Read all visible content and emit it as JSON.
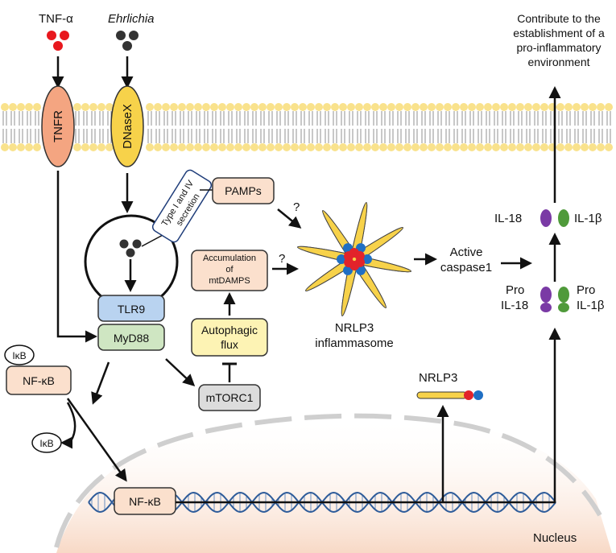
{
  "title": "",
  "inputs": {
    "tnf_alpha": "TNF-α",
    "ehrlichia": "Ehrlichia"
  },
  "receptors": {
    "tnfr": "TNFR",
    "dnasex": "DNaseX"
  },
  "boxes": {
    "tlr9": "TLR9",
    "myd88": "MyD88",
    "nfkb_cytoplasm": "NF-κB",
    "nfkb_nucleus": "NF-κB",
    "ikb_bound": "IκB",
    "ikb_released": "IκB",
    "pamps": "PAMPs",
    "secretion_line1": "Type I and IV",
    "secretion_line2": "secretion",
    "mtdamps_line1": "Accumulation",
    "mtdamps_line2": "of",
    "mtdamps_line3": "mtDAMPS",
    "autophagic_line1": "Autophagic",
    "autophagic_line2": "flux",
    "mtorc1": "mTORC1"
  },
  "uncertain_marks": [
    "?",
    "?"
  ],
  "inflammasome": {
    "line1": "NRLP3",
    "line2": "inflammasome"
  },
  "nrlp3_free": "NRLP3",
  "caspase": {
    "line1": "Active",
    "line2": "caspase1"
  },
  "cytokines": {
    "il18": "IL-18",
    "il1b": "IL-1β",
    "pro_il18_line1": "Pro",
    "pro_il18_line2": "IL-18",
    "pro_il1b_line1": "Pro",
    "pro_il1b_line2": "IL-1β"
  },
  "outcome": {
    "line1": "Contribute to the",
    "line2": "establishment of a",
    "line3": "pro-inflammatory",
    "line4": "environment"
  },
  "nucleus_label": "Nucleus",
  "colors": {
    "tnf_dots": "#e8181e",
    "ehrlichia_dots": "#333333",
    "tnfr_fill": "#f4a581",
    "dnasex_fill": "#f7d24a",
    "membrane_head": "#f9e28c",
    "tlr9_fill": "#b9d3f0",
    "myd88_fill": "#cfe6c2",
    "peach_box": "#fbe0cd",
    "yellow_box": "#fdf3b4",
    "gray_box": "#dcdcdc",
    "il18_purple": "#7a3aa5",
    "il1b_green": "#4f9a3a",
    "inflammasome_red": "#e2232a",
    "inflammasome_blue": "#1f6fc4",
    "nucleus_fill": "#fcefe7"
  }
}
